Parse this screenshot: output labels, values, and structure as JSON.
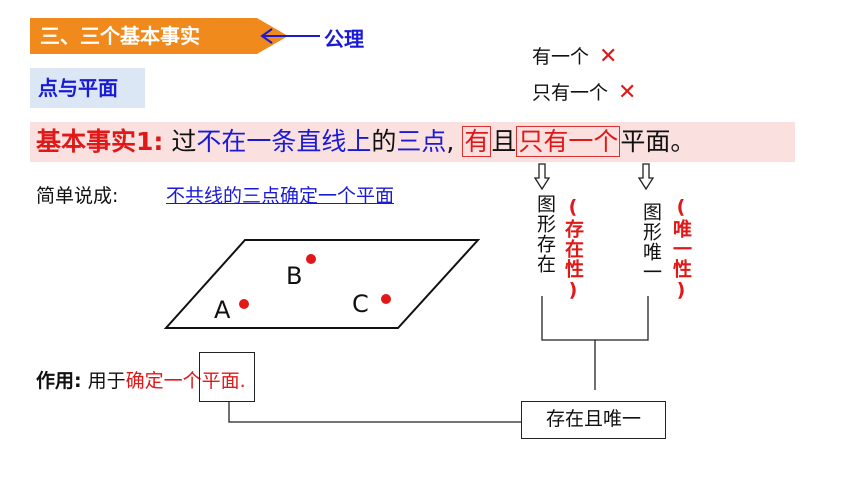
{
  "section": {
    "title": "三、三个基本事实",
    "arrow_label": "公理"
  },
  "topic": "点与平面",
  "notes": [
    {
      "text": "有一个",
      "mark": "✕"
    },
    {
      "text": "只有一个",
      "mark": "✕"
    }
  ],
  "statement": {
    "label": "基本事实1:",
    "part1": "过",
    "part2": "不在一条直线上",
    "part3": "的",
    "part4": "三点",
    "part5": ",",
    "part6": "有",
    "part7": "且",
    "part8": "只有一个",
    "part9": "平面。"
  },
  "simple": {
    "label": "简单说成:",
    "text": "不共线的三点确定一个平面"
  },
  "points": {
    "a": "A",
    "b": "B",
    "c": "C"
  },
  "vertical": {
    "exist": "图形存在",
    "exist_red": "(存在性)",
    "unique": "图形唯一",
    "unique_red": "(唯一性)"
  },
  "function": {
    "label": "作用:",
    "prefix": " 用于",
    "red_text": "确定一个平面."
  },
  "result": "存在且唯一",
  "colors": {
    "banner": "#f08a1c",
    "accent_red": "#e01818",
    "accent_blue": "#1a1ad6"
  }
}
